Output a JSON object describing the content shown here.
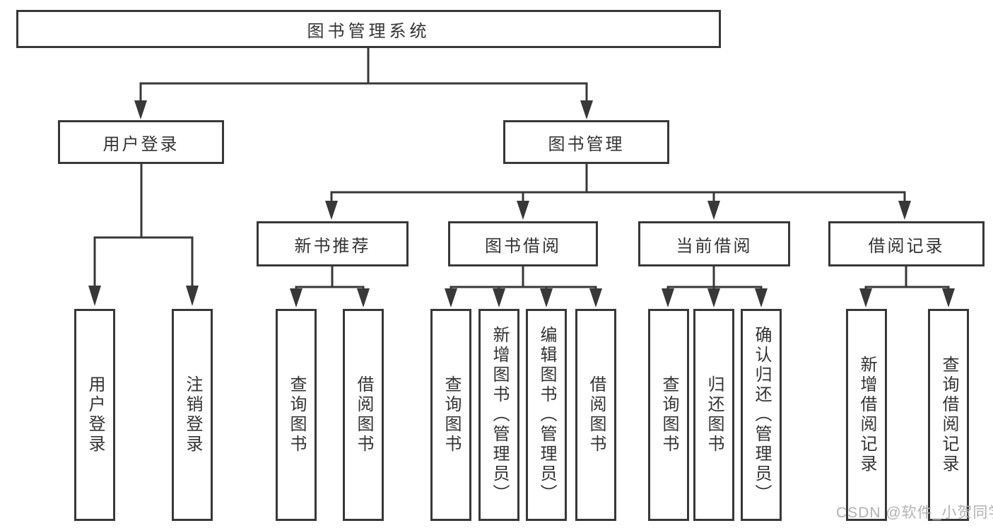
{
  "tree": {
    "label": "图书管理系统",
    "children": [
      {
        "label": "用户登录",
        "children": [
          {
            "label": "用户登录"
          },
          {
            "label": "注销登录"
          }
        ]
      },
      {
        "label": "图书管理",
        "children": [
          {
            "label": "新书推荐",
            "children": [
              {
                "label": "查询图书"
              },
              {
                "label": "借阅图书"
              }
            ]
          },
          {
            "label": "图书借阅",
            "children": [
              {
                "label": "查询图书"
              },
              {
                "label": "新增图书（管理员）"
              },
              {
                "label": "编辑图书（管理员）"
              },
              {
                "label": "借阅图书"
              }
            ]
          },
          {
            "label": "当前借阅",
            "children": [
              {
                "label": "查询图书"
              },
              {
                "label": "归还图书"
              },
              {
                "label": "确认归还（管理员）"
              }
            ]
          },
          {
            "label": "借阅记录",
            "children": [
              {
                "label": "新增借阅记录"
              },
              {
                "label": "查询借阅记录"
              }
            ]
          }
        ]
      }
    ]
  },
  "watermark": {
    "text": "CSDN @软件_小贺同学"
  },
  "colors": {
    "line": "#383838",
    "text": "#333333",
    "watermark": "#b2b2b2",
    "background": "#ffffff"
  }
}
